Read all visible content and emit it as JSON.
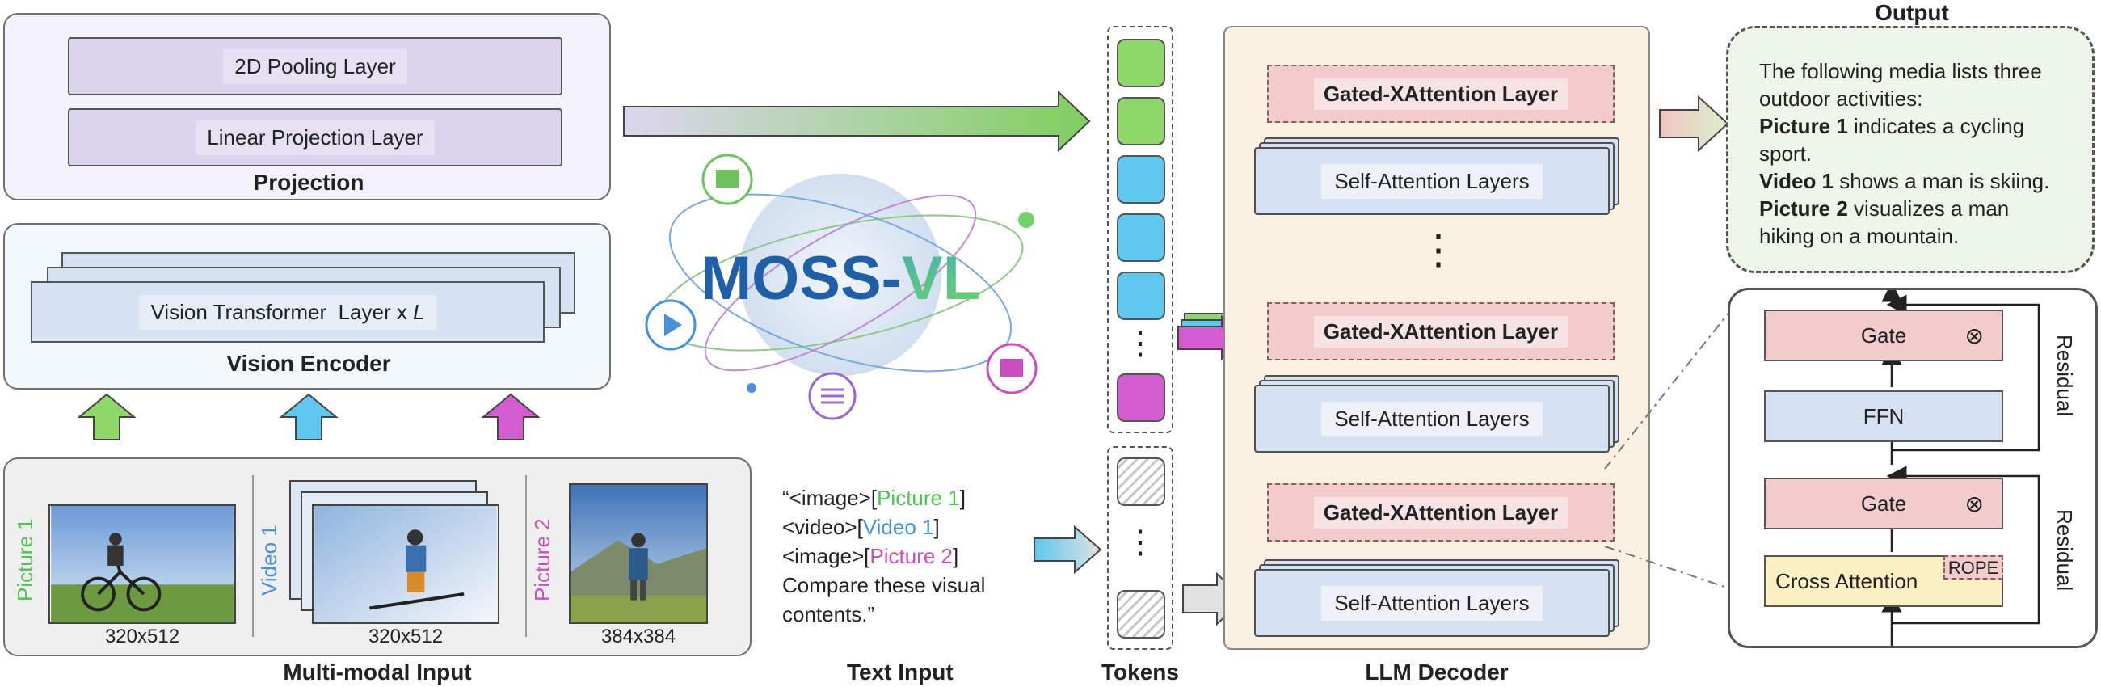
{
  "projection": {
    "pooling": "2D Pooling Layer",
    "linear": "Linear Projection Layer",
    "title": "Projection"
  },
  "vision_encoder": {
    "layer_prefix": "Vision Transformer  Layer x ",
    "layer_var": "L",
    "title": "Vision Encoder"
  },
  "multimodal_input": {
    "title": "Multi-modal Input",
    "items": [
      {
        "tag": "Picture 1",
        "size": "320x512",
        "color": "#4ec24e"
      },
      {
        "tag": "Video 1",
        "size": "320x512",
        "color": "#4a90d9"
      },
      {
        "tag": "Picture 2",
        "size": "384x384",
        "color": "#c94fc0"
      }
    ]
  },
  "logo": {
    "moss": "MOSS-",
    "vl": "VL"
  },
  "text_input": {
    "title": "Text Input",
    "quote_open": "“<image>[",
    "pic1": "Picture 1",
    "close1": "]",
    "video_open": "<video>[",
    "vid1": "Video 1",
    "close2": "]",
    "image_open": "<image>[",
    "pic2": "Picture 2",
    "close3": "]",
    "line4": "Compare these visual",
    "line5": "contents.”"
  },
  "tokens": {
    "title": "Tokens",
    "dots": "⋮"
  },
  "llm_decoder": {
    "title": "LLM Decoder",
    "gated": "Gated-XAttention Layer",
    "self_attn": "Self-Attention Layers",
    "dots": "⋮"
  },
  "output": {
    "title": "Output",
    "line1": "The following media lists three",
    "line2": "outdoor activities:",
    "p1_bold": "Picture 1",
    "p1_rest": " indicates a cycling",
    "p1_rest2": "sport.",
    "v1_bold": "Video 1",
    "v1_rest": " shows a man is skiing.",
    "p2_bold": "Picture 2",
    "p2_rest": " visualizes a man",
    "p2_rest2": "hiking on a mountain."
  },
  "block_detail": {
    "gate": "Gate",
    "otimes": "⊗",
    "ffn": "FFN",
    "cross": "Cross Attention",
    "rope": "ROPE",
    "residual": "Residual"
  },
  "colors": {
    "green": "#8ed86a",
    "blue": "#5ec8ef",
    "magenta": "#d35ccf",
    "gated_fill": "#f2cccc",
    "self_attn_fill": "#d6e2f1",
    "decoder_bg": "#fbf1e2",
    "output_bg": "#eef6ea"
  }
}
